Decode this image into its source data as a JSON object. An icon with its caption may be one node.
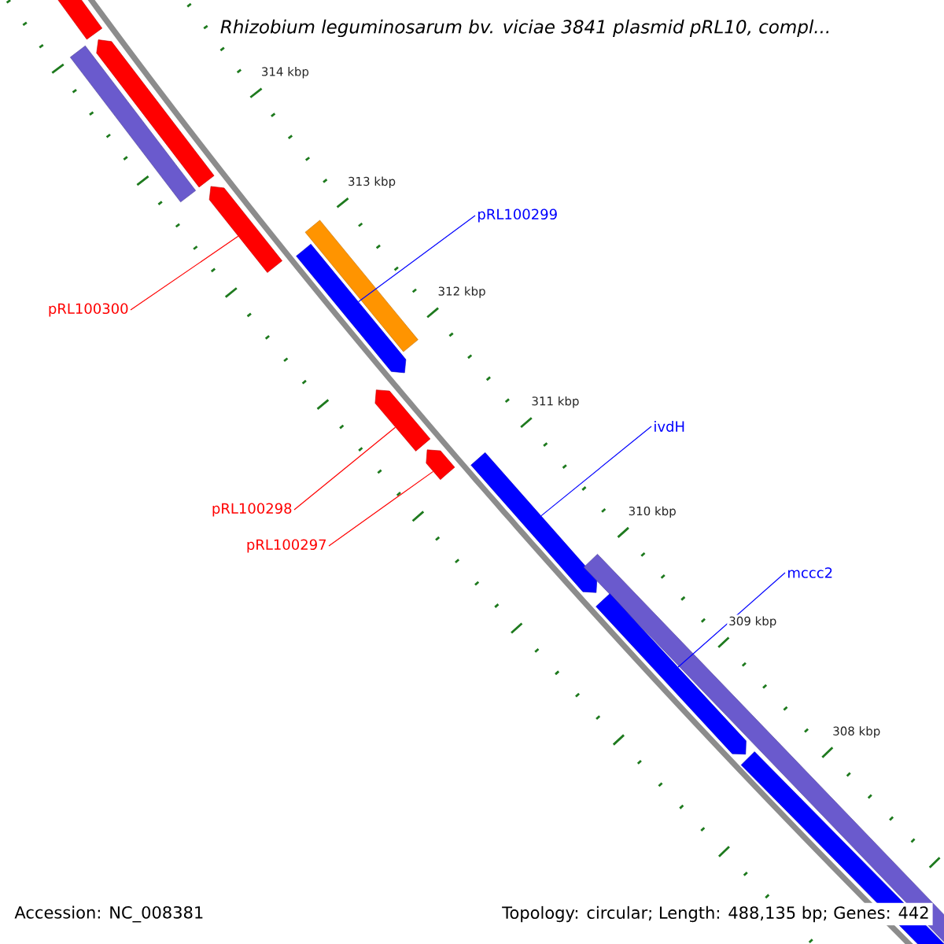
{
  "diagram": {
    "title": "Rhizobium leguminosarum bv. viciae 3841 plasmid pRL10, compl...",
    "nodes": [
      {
        "text": [
          "pRL100299"
        ]
      },
      {
        "text": [
          "pRL100300"
        ]
      },
      {
        "text": [
          "ivdH"
        ]
      },
      {
        "text": [
          "pRL100298"
        ]
      },
      {
        "text": [
          "pRL100297"
        ]
      },
      {
        "text": [
          "mccc2"
        ]
      },
      {
        "text": [],
        "shape": "bar"
      },
      {
        "text": [],
        "shape": "bar"
      },
      {
        "text": [],
        "shape": "bar"
      },
      {
        "text": [],
        "shape": "bar"
      },
      {
        "text": [],
        "shape": "bar"
      },
      {
        "text": [],
        "shape": "bar"
      },
      {
        "text": [],
        "shape": "bar"
      },
      {
        "text": [],
        "shape": "bar"
      },
      {
        "text": [],
        "shape": "bar"
      },
      {
        "text": [],
        "shape": "bar"
      },
      {
        "text": [],
        "shape": "bar"
      },
      {
        "text": [],
        "shape": "bar"
      }
    ],
    "edges": [
      {
        "from": 0,
        "to": 11,
        "arrow": "none",
        "color": "#0000ff"
      },
      {
        "from": 1,
        "to": 9,
        "arrow": "none",
        "color": "#ff0000"
      },
      {
        "from": 2,
        "to": 14,
        "arrow": "none",
        "color": "#0000ff"
      },
      {
        "from": 3,
        "to": 12,
        "arrow": "none",
        "color": "#ff0000"
      },
      {
        "from": 4,
        "to": 13,
        "arrow": "none",
        "color": "#ff0000"
      },
      {
        "from": 5,
        "to": 16,
        "arrow": "none",
        "color": "#0000ff"
      }
    ],
    "labels": [
      "314 kbp",
      "313 kbp",
      "312 kbp",
      "311 kbp",
      "310 kbp",
      "309 kbp",
      "308 kbp",
      "Accession: NC_008381",
      "Topology: circular; Length: 488,135 bp; Genes: 442"
    ]
  }
}
